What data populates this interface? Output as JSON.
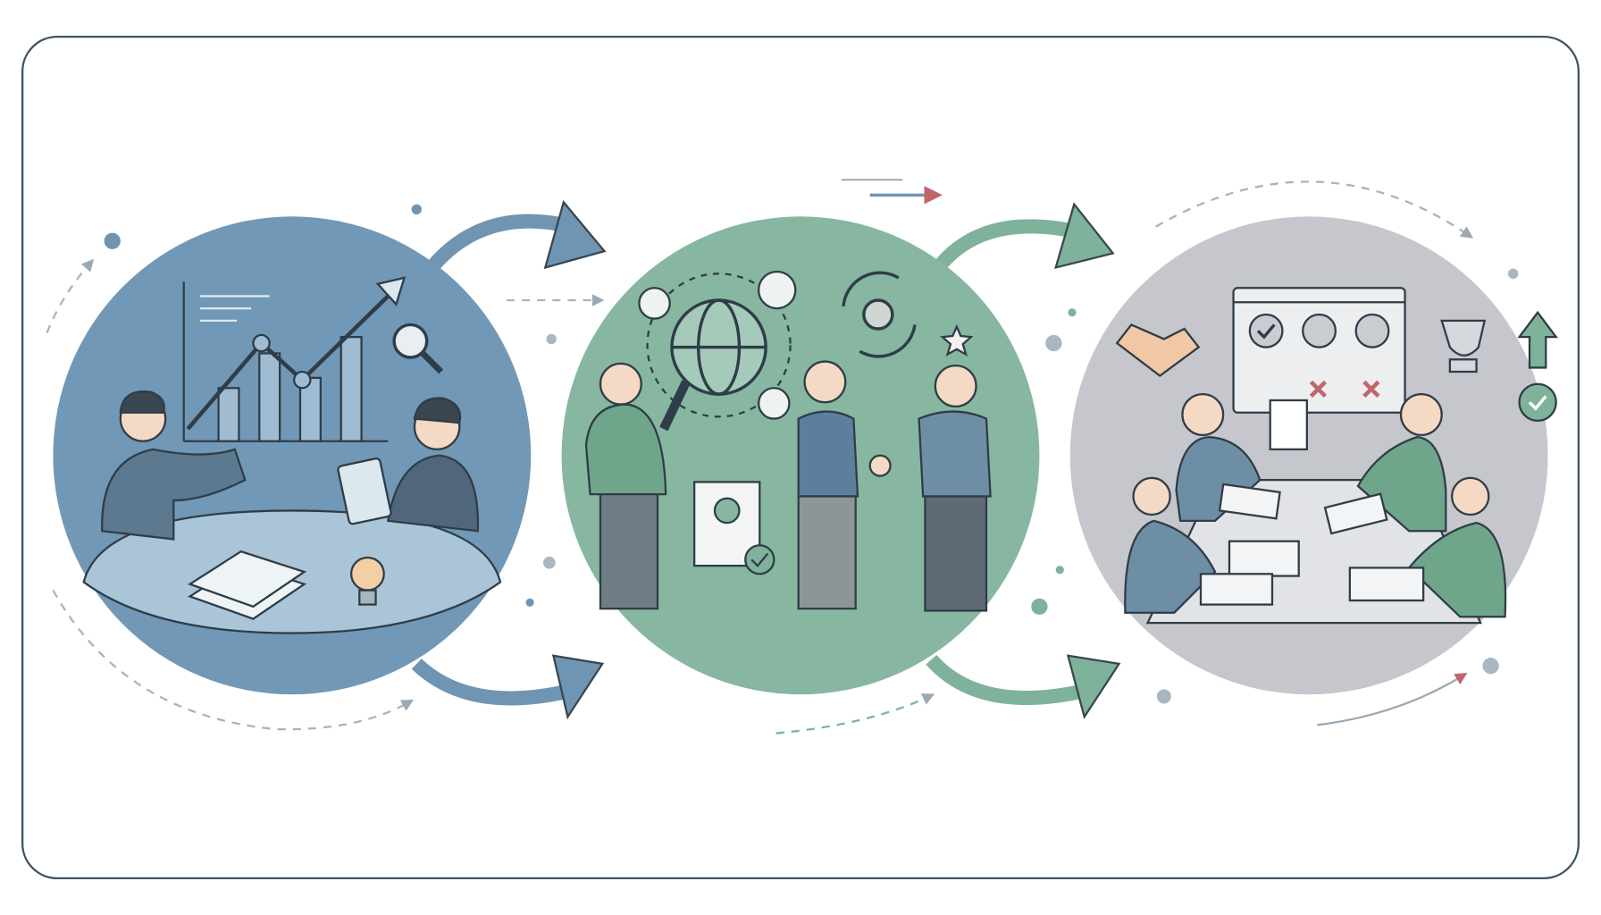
{
  "colors": {
    "frame": "#3d5463",
    "stage1": "#7198b6",
    "stage1_table": "#aac5d8",
    "stage2": "#87b6a1",
    "stage3": "#c5c7cd",
    "arrow_blue": "#6f95b2",
    "arrow_green": "#7fb29b",
    "accent_red": "#c0666b",
    "outline": "#3a4650"
  },
  "stages": [
    {
      "name": "planning-meeting",
      "icons": [
        "growth-chart-icon",
        "magnifier-icon",
        "lightbulb-icon",
        "documents-icon",
        "tablet-icon"
      ]
    },
    {
      "name": "sourcing-and-hiring",
      "icons": [
        "globe-search-icon",
        "user-profile-icon",
        "gear-cycle-icon",
        "star-icon",
        "resume-check-icon",
        "handshake-people"
      ]
    },
    {
      "name": "team-evaluation",
      "icons": [
        "handshake-icon",
        "candidate-board-icon",
        "trophy-icon",
        "up-arrow-icon",
        "check-circle-icon"
      ]
    }
  ]
}
